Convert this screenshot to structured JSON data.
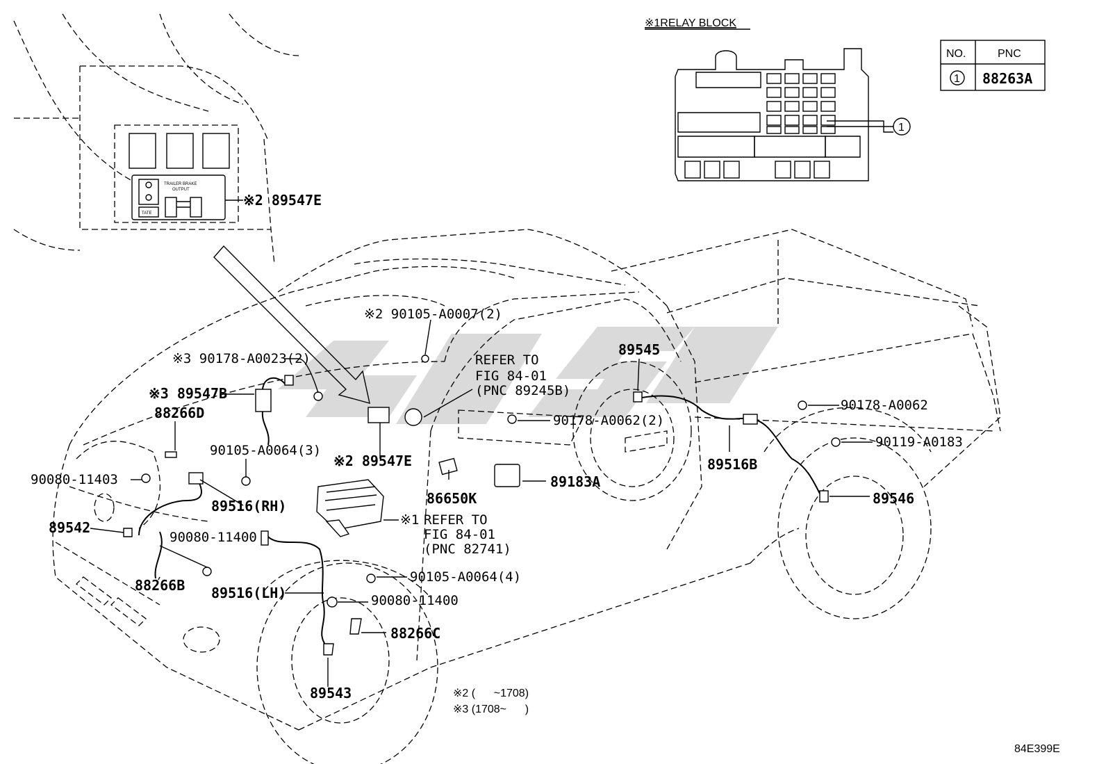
{
  "relay_block": {
    "title": "※1RELAY BLOCK",
    "callout_no": "1"
  },
  "pnc_table": {
    "headers": [
      "NO.",
      "PNC"
    ],
    "rows": [
      [
        "1",
        "88263A"
      ]
    ]
  },
  "parts": {
    "p89547E_top": "※2 89547E",
    "p90105_A0007": "※2 90105-A0007(2)",
    "p90178_A0023": "※3 90178-A0023(2)",
    "p89547B": "※3 89547B",
    "p88266D": "88266D",
    "p90105_A0064_3": "90105-A0064(3)",
    "p90080_11403": "90080-11403",
    "p89516RH": "89516(RH)",
    "p89542": "89542",
    "p90080_11400a": "90080-11400",
    "p88266B": "88266B",
    "p89516LH": "89516(LH)",
    "p89547E_mid": "※2 89547E",
    "p86650K": "86650K",
    "p89183A": "89183A",
    "p90178_A0062_2": "90178-A0062(2)",
    "p89545": "89545",
    "p89516B": "89516B",
    "p90178_A0062": "90178-A0062",
    "p90119_A0183": "90119-A0183",
    "p89546": "89546",
    "p90105_A0064_4": "90105-A0064(4)",
    "p90080_11400b": "90080-11400",
    "p88266C": "88266C",
    "p89543": "89543"
  },
  "refer_top": [
    "REFER TO",
    "FIG 84-01",
    "(PNC 89245B)"
  ],
  "refer_mid": {
    "mark": "※1",
    "lines": [
      "REFER TO",
      "FIG 84-01",
      "(PNC 82741)"
    ]
  },
  "trailer_panel": {
    "line1": "TRAILER BRAKE",
    "line2": "OUTPUT",
    "button": "TATE"
  },
  "notes": [
    "※2 (      ~1708)",
    "※3 (1708~      )"
  ],
  "figure_id": "84E399E",
  "icons": [
    "direction-arrow-icon",
    "relay-callout-icon",
    "brake-controller-icon"
  ]
}
